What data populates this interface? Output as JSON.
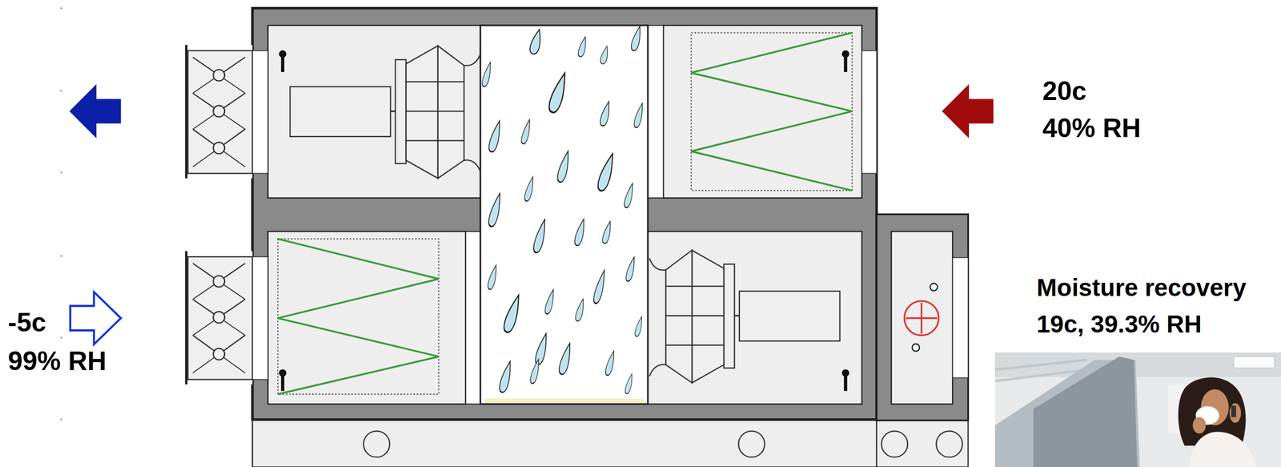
{
  "diagram": {
    "labels": [
      "20c",
      "40% RH",
      "-5c",
      "99% RH",
      "Moisture recovery",
      "19c, 39.3% RH"
    ]
  }
}
